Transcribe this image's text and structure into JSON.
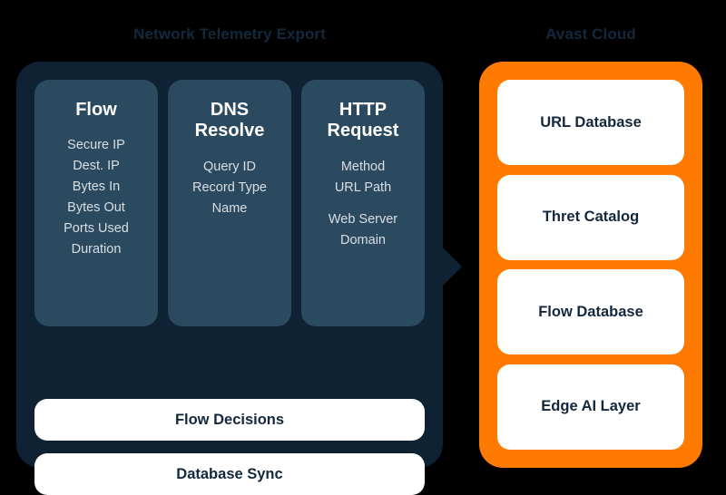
{
  "diagram": {
    "background_color": "#000000",
    "left": {
      "title": "Network Telemetry Export",
      "panel_color": "#0e2233",
      "card_color": "#2b4a60",
      "columns": [
        {
          "title": "Flow",
          "items": [
            "Secure IP",
            "Dest. IP",
            "Bytes In",
            "Bytes Out",
            "Ports Used",
            "Duration"
          ]
        },
        {
          "title": "DNS\nResolve",
          "items": [
            "Query ID",
            "Record Type",
            "Name"
          ]
        },
        {
          "title": "HTTP\nRequest",
          "items": [
            "Method",
            "URL Path",
            "Web Server\nDomain"
          ]
        }
      ],
      "bars": [
        {
          "label": "Flow Decisions"
        },
        {
          "label": "Database Sync"
        }
      ]
    },
    "connector": {
      "icon": "arrow-right-icon",
      "color": "#0e2233"
    },
    "right": {
      "title": "Avast Cloud",
      "panel_color": "#ff7a00",
      "cards": [
        {
          "label": "URL Database"
        },
        {
          "label": "Thret Catalog"
        },
        {
          "label": "Flow Database"
        },
        {
          "label": "Edge AI Layer"
        }
      ]
    }
  }
}
